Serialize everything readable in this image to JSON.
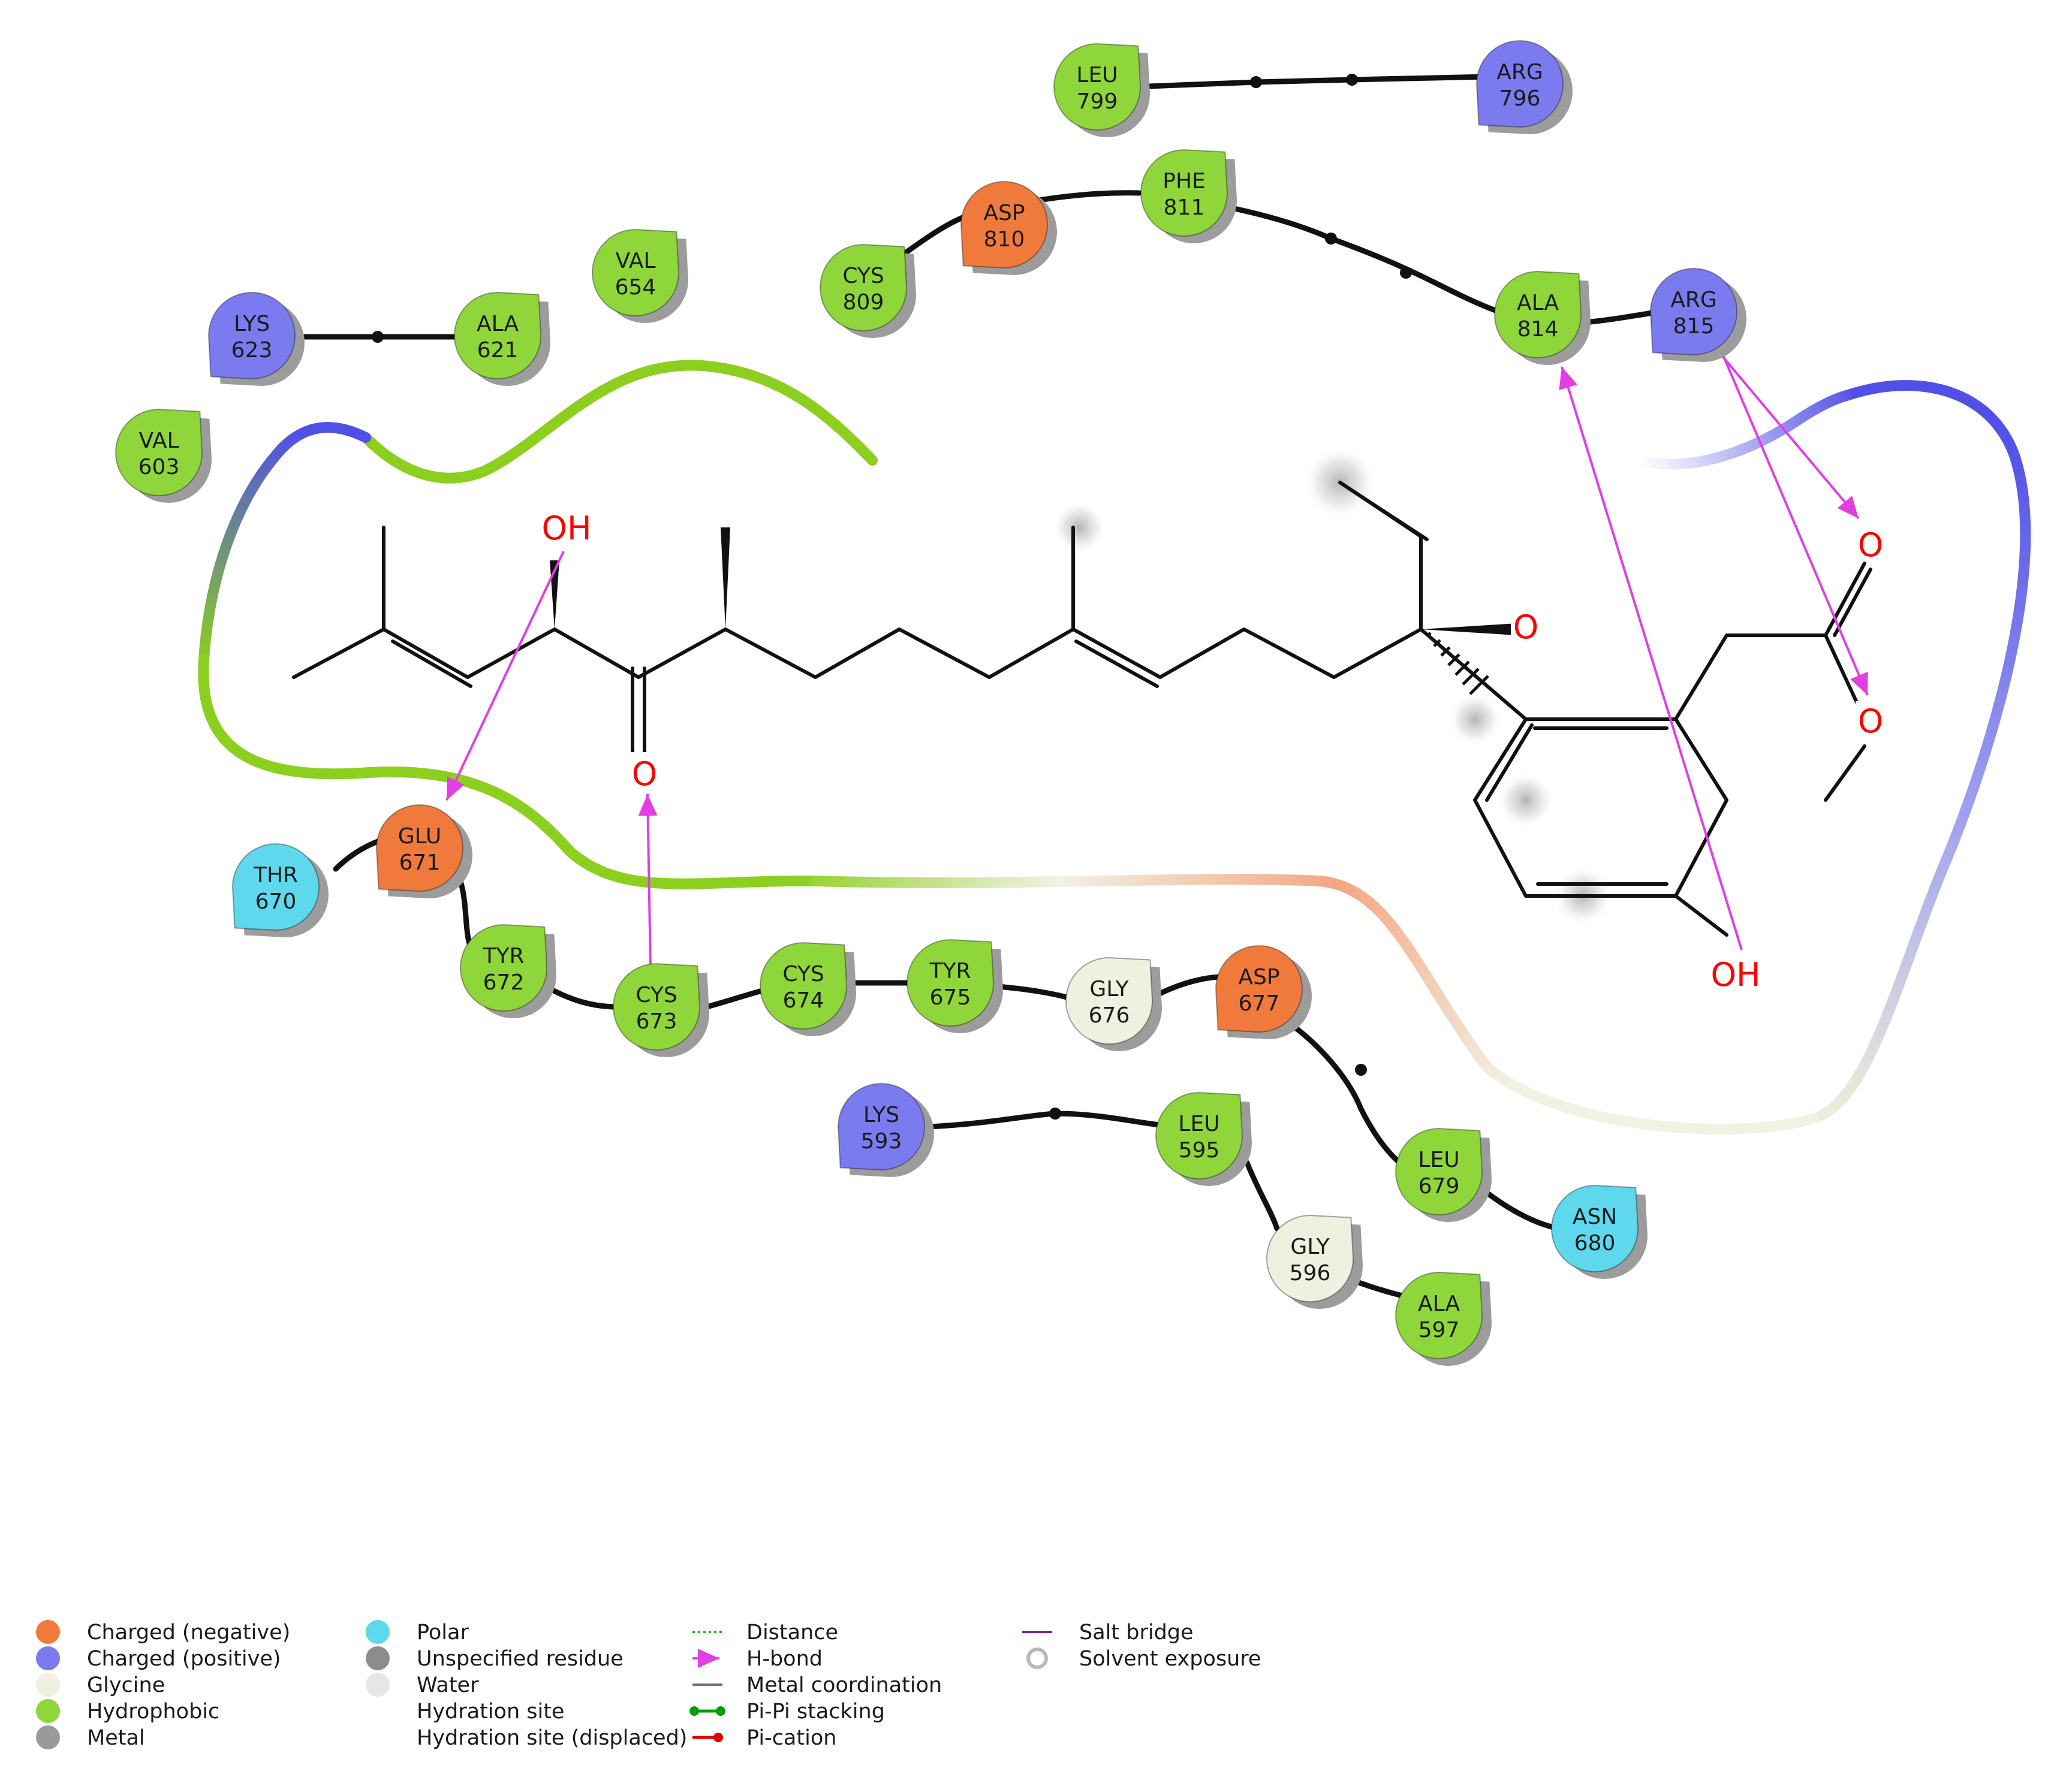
{
  "colors": {
    "charged_negative": "#f07a3c",
    "charged_positive": "#7b7bf0",
    "glycine": "#f0f0e0",
    "hydrophobic": "#8fd63a",
    "polar": "#5ed8ec",
    "unspecified": "#8c8c8c",
    "water": "#e6e6e6",
    "metal": "#9a9a9a",
    "hbond": "#e23ee2",
    "pi_pi": "#00a000",
    "pi_cation": "#e00000",
    "salt_bridge": "#8020a0",
    "distance": "#00c000",
    "backbone": "#111111",
    "pocket_green": "#8ccf1e",
    "pocket_blue": "#5050e6",
    "pocket_orange": "#f4a582"
  },
  "atoms": {
    "oh_top": "OH",
    "o_ketone": "O",
    "o_ether": "O",
    "o_ester_carbonyl": "O",
    "o_ester": "O",
    "oh_phenol": "OH"
  },
  "residues": [
    {
      "id": "leu799",
      "name": "LEU",
      "num": "799",
      "type": "hydrophobic",
      "icon": "teardrop-icon"
    },
    {
      "id": "arg796",
      "name": "ARG",
      "num": "796",
      "type": "charged_positive",
      "icon": "teardrop-icon"
    },
    {
      "id": "asp810",
      "name": "ASP",
      "num": "810",
      "type": "charged_negative",
      "icon": "teardrop-icon"
    },
    {
      "id": "phe811",
      "name": "PHE",
      "num": "811",
      "type": "hydrophobic",
      "icon": "teardrop-icon"
    },
    {
      "id": "cys809",
      "name": "CYS",
      "num": "809",
      "type": "hydrophobic",
      "icon": "teardrop-icon"
    },
    {
      "id": "val654",
      "name": "VAL",
      "num": "654",
      "type": "hydrophobic",
      "icon": "teardrop-icon"
    },
    {
      "id": "lys623",
      "name": "LYS",
      "num": "623",
      "type": "charged_positive",
      "icon": "teardrop-icon"
    },
    {
      "id": "ala621",
      "name": "ALA",
      "num": "621",
      "type": "hydrophobic",
      "icon": "teardrop-icon"
    },
    {
      "id": "ala814",
      "name": "ALA",
      "num": "814",
      "type": "hydrophobic",
      "icon": "teardrop-icon"
    },
    {
      "id": "arg815",
      "name": "ARG",
      "num": "815",
      "type": "charged_positive",
      "icon": "teardrop-icon"
    },
    {
      "id": "val603",
      "name": "VAL",
      "num": "603",
      "type": "hydrophobic",
      "icon": "teardrop-icon"
    },
    {
      "id": "glu671",
      "name": "GLU",
      "num": "671",
      "type": "charged_negative",
      "icon": "teardrop-icon"
    },
    {
      "id": "thr670",
      "name": "THR",
      "num": "670",
      "type": "polar",
      "icon": "teardrop-icon"
    },
    {
      "id": "tyr672",
      "name": "TYR",
      "num": "672",
      "type": "hydrophobic",
      "icon": "teardrop-icon"
    },
    {
      "id": "cys673",
      "name": "CYS",
      "num": "673",
      "type": "hydrophobic",
      "icon": "teardrop-icon"
    },
    {
      "id": "cys674",
      "name": "CYS",
      "num": "674",
      "type": "hydrophobic",
      "icon": "teardrop-icon"
    },
    {
      "id": "tyr675",
      "name": "TYR",
      "num": "675",
      "type": "hydrophobic",
      "icon": "teardrop-icon"
    },
    {
      "id": "gly676",
      "name": "GLY",
      "num": "676",
      "type": "glycine",
      "icon": "teardrop-icon"
    },
    {
      "id": "asp677",
      "name": "ASP",
      "num": "677",
      "type": "charged_negative",
      "icon": "teardrop-icon"
    },
    {
      "id": "lys593",
      "name": "LYS",
      "num": "593",
      "type": "charged_positive",
      "icon": "teardrop-icon"
    },
    {
      "id": "leu595",
      "name": "LEU",
      "num": "595",
      "type": "hydrophobic",
      "icon": "teardrop-icon"
    },
    {
      "id": "leu679",
      "name": "LEU",
      "num": "679",
      "type": "hydrophobic",
      "icon": "teardrop-icon"
    },
    {
      "id": "gly596",
      "name": "GLY",
      "num": "596",
      "type": "glycine",
      "icon": "teardrop-icon"
    },
    {
      "id": "asn680",
      "name": "ASN",
      "num": "680",
      "type": "polar",
      "icon": "teardrop-icon"
    },
    {
      "id": "ala597",
      "name": "ALA",
      "num": "597",
      "type": "hydrophobic",
      "icon": "teardrop-icon"
    }
  ],
  "legend": {
    "col1": [
      {
        "label": "Charged (negative)",
        "color_key": "charged_negative",
        "icon": "circle-icon"
      },
      {
        "label": "Charged (positive)",
        "color_key": "charged_positive",
        "icon": "circle-icon"
      },
      {
        "label": "Glycine",
        "color_key": "glycine",
        "icon": "circle-icon"
      },
      {
        "label": "Hydrophobic",
        "color_key": "hydrophobic",
        "icon": "circle-icon"
      },
      {
        "label": "Metal",
        "color_key": "metal",
        "icon": "circle-icon"
      }
    ],
    "col2": [
      {
        "label": "Polar",
        "color_key": "polar",
        "icon": "circle-icon"
      },
      {
        "label": "Unspecified residue",
        "color_key": "unspecified",
        "icon": "circle-icon"
      },
      {
        "label": "Water",
        "color_key": "water",
        "icon": "circle-icon"
      },
      {
        "label": "Hydration site",
        "color_key": "",
        "icon": "none"
      },
      {
        "label": "Hydration site (displaced)",
        "color_key": "",
        "icon": "none"
      }
    ],
    "col3": [
      {
        "label": "Distance",
        "icon": "dotted-line-icon"
      },
      {
        "label": "H-bond",
        "icon": "arrow-icon"
      },
      {
        "label": "Metal coordination",
        "icon": "line-icon"
      },
      {
        "label": "Pi-Pi stacking",
        "icon": "pi-pi-icon"
      },
      {
        "label": "Pi-cation",
        "icon": "pi-cation-icon"
      }
    ],
    "col4": [
      {
        "label": "Salt bridge",
        "icon": "salt-bridge-icon"
      },
      {
        "label": "Solvent exposure",
        "icon": "solvent-exposure-icon"
      }
    ]
  }
}
